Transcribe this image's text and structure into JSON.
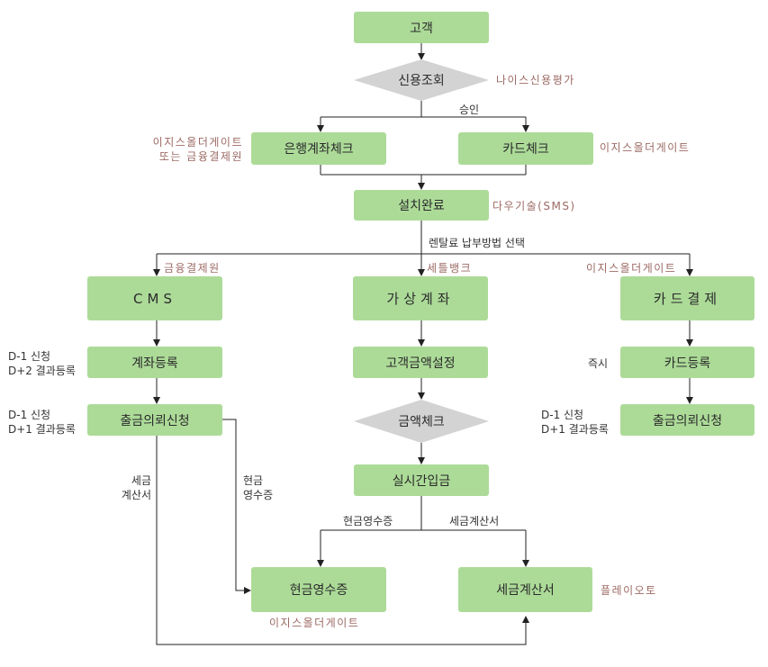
{
  "nodes": {
    "customer": "고객",
    "credit_check": "신용조회",
    "bank_check": "은행계좌체크",
    "card_check": "카드체크",
    "install_done": "설치완료",
    "cms": "CMS",
    "virtual_account": "가상계좌",
    "card_payment": "카드결제",
    "account_register": "계좌등록",
    "customer_amount_setting": "고객금액설정",
    "card_register": "카드등록",
    "withdraw_request_left": "출금의뢰신청",
    "amount_check": "금액체크",
    "withdraw_request_right": "출금의뢰신청",
    "realtime_deposit": "실시간입금",
    "cash_receipt": "현금영수증",
    "tax_invoice": "세금계산서"
  },
  "labels": {
    "nice_credit": "나이스신용평가",
    "approval": "승인",
    "easy_or_finance_line1": "이지스올더게이트",
    "easy_or_finance_line2": "또는 금융결제원",
    "easy_card_check": "이지스올더게이트",
    "dau_tech": "다우기술(SMS)",
    "rental_payment_method": "렌탈료 납부방법 선택",
    "kftc": "금융결제원",
    "settlebank": "세틀뱅크",
    "easy_card_payment": "이지스올더게이트",
    "cms_register_line1": "D-1 신청",
    "cms_register_line2": "D+2 결과등록",
    "withdraw_left_line1": "D-1 신청",
    "withdraw_left_line2": "D+1 결과등록",
    "immediate": "즉시",
    "withdraw_right_line1": "D-1 신청",
    "withdraw_right_line2": "D+1 결과등록",
    "tax_invoice_side_line1": "세금",
    "tax_invoice_side_line2": "계산서",
    "cash_receipt_side_line1": "현금",
    "cash_receipt_side_line2": "영수증",
    "branch_cash_receipt": "현금영수증",
    "branch_tax_invoice": "세금계산서",
    "easy_cash_receipt": "이지스올더게이트",
    "playauto": "플레이오토"
  },
  "colors": {
    "box_fill": "#acdb98",
    "diamond_fill": "#d3d3d3",
    "vendor_text": "#9c6a64",
    "line": "#222222"
  }
}
